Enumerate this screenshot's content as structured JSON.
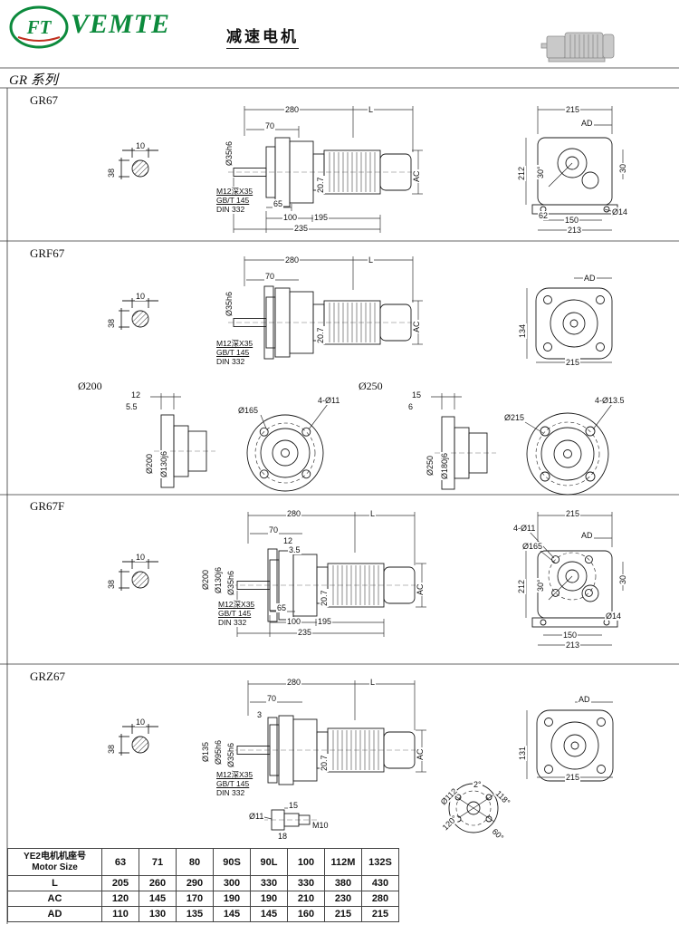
{
  "header": {
    "logo_monogram": "FT",
    "brand": "VEMTE",
    "doc_title": "减速电机",
    "series_title": "GR 系列"
  },
  "sections": {
    "gr67": {
      "title": "GR67",
      "dims": {
        "w10": "10",
        "h38": "38",
        "l280": "280",
        "lL": "L",
        "d70": "70",
        "dia_shaft": "Ø35h6",
        "d207": "20.7",
        "note1": "M12深X35",
        "note2": "GB/T 145",
        "note3": "DIN 332",
        "d65": "65",
        "d100": "100",
        "d195": "195",
        "d235": "235",
        "ac": "AC",
        "e215": "215",
        "ead": "AD",
        "e212": "212",
        "e30deg": "30°",
        "e30": "30",
        "e62": "62",
        "e150": "150",
        "e213": "213",
        "eo14": "Ø14"
      }
    },
    "grf67": {
      "title": "GRF67",
      "dims": {
        "w10": "10",
        "h38": "38",
        "l280": "280",
        "lL": "L",
        "d70": "70",
        "dia_shaft": "Ø35h6",
        "d207": "20.7",
        "note1": "M12深X35",
        "note2": "GB/T 145",
        "note3": "DIN 332",
        "ac": "AC",
        "ead": "AD",
        "e134": "134",
        "e215": "215"
      }
    },
    "flanges": {
      "left": {
        "title": "Ø200",
        "d12": "12",
        "d55": "5.5",
        "outer": "Ø200",
        "spigot": "Ø130j6",
        "bc": "Ø165",
        "holes": "4-Ø11"
      },
      "right": {
        "title": "Ø250",
        "d15": "15",
        "d6": "6",
        "outer": "Ø250",
        "spigot": "Ø180j6",
        "bc": "Ø215",
        "holes": "4-Ø13.5"
      }
    },
    "gr67f": {
      "title": "GR67F",
      "dims": {
        "w10": "10",
        "h38": "38",
        "l280": "280",
        "lL": "L",
        "d70": "70",
        "d12": "12",
        "d35": "3.5",
        "dia1": "Ø200",
        "dia2": "Ø130j6",
        "dia3": "Ø35h6",
        "d207": "20.7",
        "note1": "M12深X35",
        "note2": "GB/T 145",
        "note3": "DIN 332",
        "d65": "65",
        "d100": "100",
        "d195": "195",
        "d235": "235",
        "ac": "AC",
        "e215": "215",
        "eholes": "4-Ø11",
        "ead": "AD",
        "ebc": "Ø165",
        "e212": "212",
        "e30deg": "30°",
        "e30": "30",
        "eo14": "Ø14",
        "e150": "150",
        "e213": "213"
      }
    },
    "grz67": {
      "title": "GRZ67",
      "dims": {
        "w10": "10",
        "h38": "38",
        "l280": "280",
        "lL": "L",
        "d70": "70",
        "d3": "3",
        "dia1": "Ø135",
        "dia2": "Ø95h6",
        "dia3": "Ø35h6",
        "d207": "20.7",
        "note1": "M12深X35",
        "note2": "GB/T 145",
        "note3": "DIN 332",
        "ac": "AC",
        "ead": "AD",
        "e131": "131",
        "e215": "215",
        "k_o11": "Ø11",
        "k_15": "15",
        "k_18": "18",
        "k_m10": "M10",
        "c_o112": "Ø112",
        "c_2": "2°",
        "c_118": "118°",
        "c_120": "120°",
        "c_60": "60°"
      }
    }
  },
  "table": {
    "col0_line1": "YE2电机机座号",
    "col0_line2": "Motor Size",
    "sizes": [
      "63",
      "71",
      "80",
      "90S",
      "90L",
      "100",
      "112M",
      "132S"
    ],
    "rows": [
      {
        "label": "L",
        "values": [
          "205",
          "260",
          "290",
          "300",
          "330",
          "330",
          "380",
          "430"
        ]
      },
      {
        "label": "AC",
        "values": [
          "120",
          "145",
          "170",
          "190",
          "190",
          "210",
          "230",
          "280"
        ]
      },
      {
        "label": "AD",
        "values": [
          "110",
          "130",
          "135",
          "145",
          "145",
          "160",
          "215",
          "215"
        ]
      }
    ]
  }
}
